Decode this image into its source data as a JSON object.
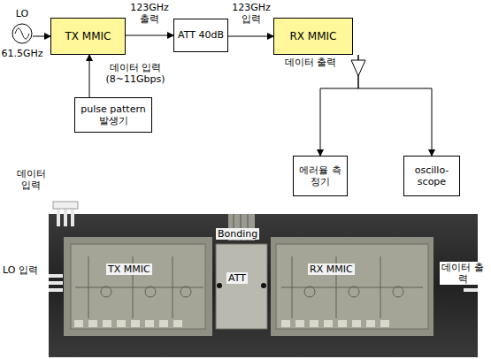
{
  "diagram": {
    "nodes": [
      {
        "text": [
          "LO",
          "61.5GHz"
        ]
      },
      {
        "text": [
          "TX MMIC"
        ]
      },
      {
        "text": [
          "ATT 40dB"
        ]
      },
      {
        "text": [
          "RX MMIC"
        ]
      },
      {
        "text": [
          "pulse pattern 발생기"
        ]
      },
      {
        "text": [
          "에러율 측정기"
        ]
      },
      {
        "text": [
          "oscillo-scope"
        ]
      }
    ],
    "edges": [
      {
        "from": 0,
        "to": 1,
        "arrow": "to"
      },
      {
        "from": 1,
        "to": 2,
        "label": "123GHz 출력",
        "arrow": "to"
      },
      {
        "from": 2,
        "to": 3,
        "label": "123GHz 입력",
        "arrow": "to"
      },
      {
        "from": 4,
        "to": 1,
        "label": "데이터 입력 (8~11Gbps)",
        "arrow": "to"
      },
      {
        "from": 3,
        "to": 5,
        "arrow": "to"
      },
      {
        "from": 3,
        "to": 6,
        "arrow": "to"
      }
    ],
    "labels": [
      "데이터 출력",
      "데이터 입력",
      "LO 입력",
      "Bonding",
      "TX MMIC",
      "ATT",
      "RX MMIC",
      "데이터 출력"
    ]
  }
}
